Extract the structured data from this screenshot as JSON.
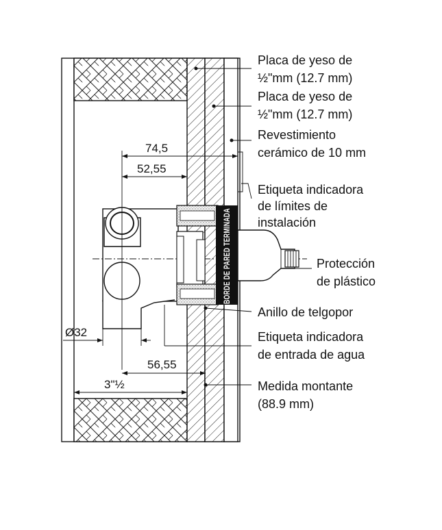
{
  "callouts": {
    "drywall_1": [
      "Placa de yeso de",
      "½\"mm (12.7 mm)"
    ],
    "drywall_2": [
      "Placa de yeso de",
      "½\"mm (12.7 mm)"
    ],
    "ceramic": [
      "Revestimiento",
      "cerámico de 10 mm"
    ],
    "install_limit_label": [
      "Etiqueta indicadora",
      "de límites de",
      "instalación"
    ],
    "plastic_protection": [
      "Protección",
      "de plástico"
    ],
    "foam_ring": [
      "Anillo de telgopor"
    ],
    "water_inlet_label": [
      "Etiqueta indicadora",
      "de entrada de agua"
    ],
    "stud_size": [
      "Medida montante",
      "(88.9 mm)"
    ]
  },
  "dimensions": {
    "d74": "74,5",
    "d52": "52,55",
    "d56": "56,55",
    "d32": "Ø32",
    "d3in": "3\"½"
  },
  "wall_label": "BORDE DE PARED TERMINADA"
}
